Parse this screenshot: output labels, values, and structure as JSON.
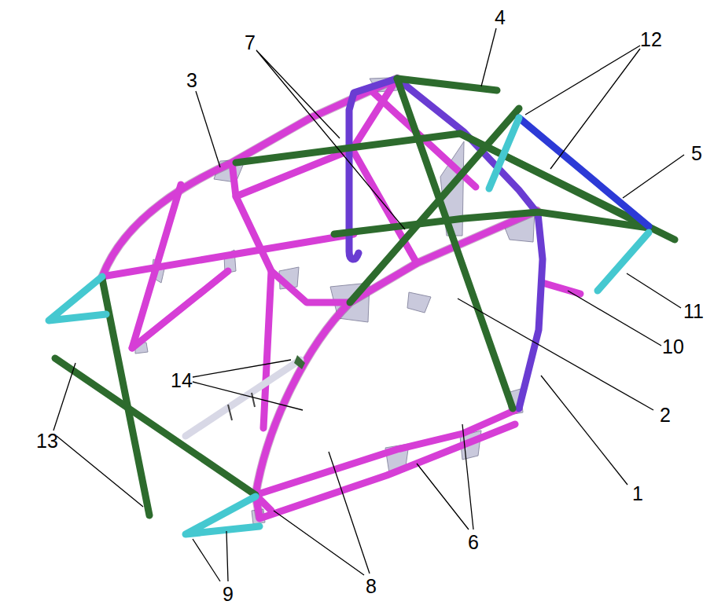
{
  "diagram": {
    "labels": [
      "4",
      "7",
      "12",
      "3",
      "5",
      "11",
      "10",
      "2",
      "14",
      "1",
      "13",
      "6",
      "8",
      "9"
    ]
  }
}
